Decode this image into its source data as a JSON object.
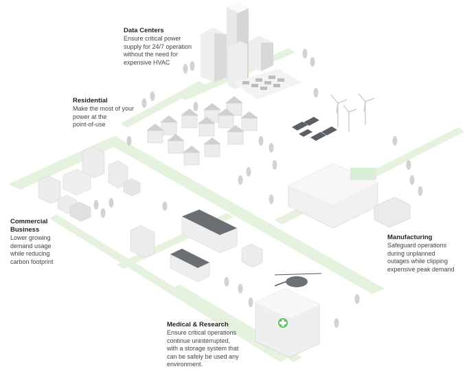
{
  "sections": {
    "data_centers": {
      "title": "Data Centers",
      "description": "Ensure critical power\nsupply for 24/7 operation\nwithout the need for\nexpensive HVAC"
    },
    "residential": {
      "title": "Residential",
      "description": "Make the most of your\npower at the\npoint-of-use"
    },
    "commercial": {
      "title": "Commercial\nBusiness",
      "description": "Lower growing\ndemand usage\nwhile reducing\ncarbon footprint"
    },
    "manufacturing": {
      "title": "Manufacturing",
      "description": "Safeguard operations\nduring unplanned\noutages while clipping\nexpensive peak demand"
    },
    "medical": {
      "title": "Medical & Research",
      "description": "Ensure critical operations\ncontinue uninterrupted,\nwith a storage system that\ncan be safely be used any\nenvironment."
    }
  },
  "colors": {
    "road": "#e3f1dc",
    "building_top": "#ffffff",
    "building_left": "#eeeeee",
    "building_right": "#d9d9d9",
    "window": "#7a7a7a",
    "tree": "#d4d4d4",
    "accent_green": "#5cc35c"
  }
}
